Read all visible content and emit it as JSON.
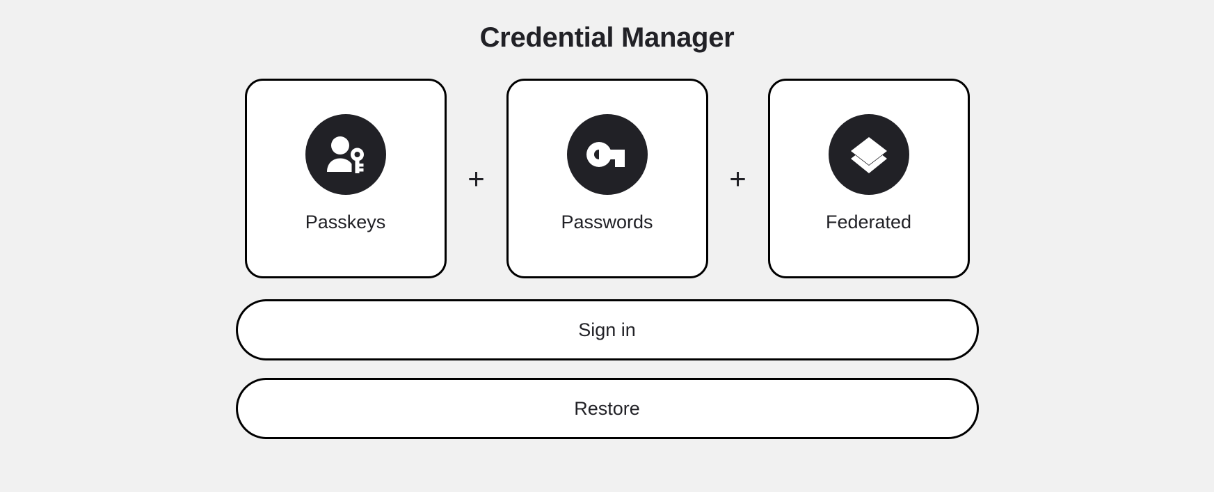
{
  "header": {
    "title": "Credential Manager"
  },
  "colors": {
    "background": "#f1f1f1",
    "surface": "#ffffff",
    "ink": "#212126",
    "border": "#000000",
    "icon_badge": "#212126",
    "icon_glyph": "#ffffff"
  },
  "cards": [
    {
      "label": "Passkeys",
      "icon": "person-key-icon"
    },
    {
      "label": "Passwords",
      "icon": "key-icon"
    },
    {
      "label": "Federated",
      "icon": "layers-icon"
    }
  ],
  "separators": [
    {
      "symbol": "+"
    },
    {
      "symbol": "+"
    }
  ],
  "actions": {
    "sign_in_label": "Sign in",
    "restore_label": "Restore"
  }
}
